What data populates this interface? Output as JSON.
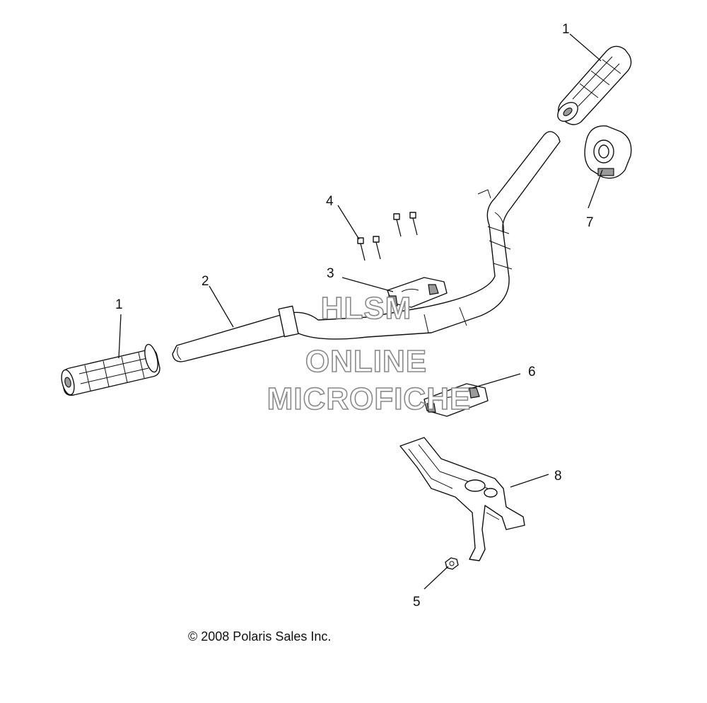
{
  "callouts": {
    "grip_left": "1",
    "grip_right": "1",
    "handlebar": "2",
    "upper_clamp": "3",
    "bolts": "4",
    "nut": "5",
    "lower_clamp": "6",
    "throttle_housing": "7",
    "bracket": "8"
  },
  "watermark": {
    "line1": "HLSM",
    "line2": "ONLINE",
    "line3": "MICROFICHE"
  },
  "copyright": "© 2008 Polaris Sales Inc."
}
